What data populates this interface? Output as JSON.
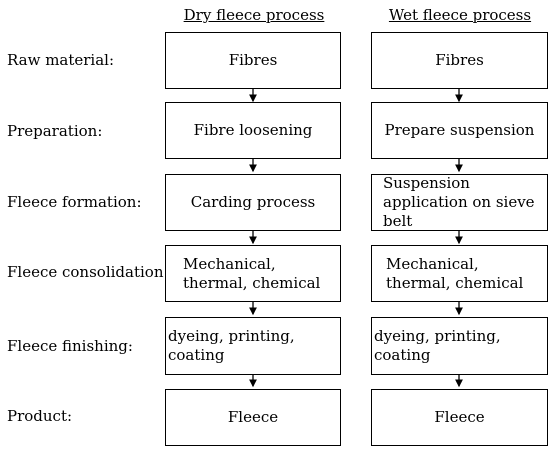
{
  "columns": {
    "dry": {
      "title": "Dry fleece process"
    },
    "wet": {
      "title": "Wet fleece process"
    }
  },
  "rows": [
    {
      "label": "Raw material:",
      "dry": "Fibres",
      "wet": "Fibres"
    },
    {
      "label": "Preparation:",
      "dry": "Fibre loosening",
      "wet": "Prepare suspension"
    },
    {
      "label": "Fleece formation:",
      "dry": "Carding process",
      "wet": "Suspension application on sieve belt"
    },
    {
      "label": "Fleece consolidation:",
      "dry": "Mechanical, thermal, chemical",
      "wet": "Mechanical, thermal, chemical"
    },
    {
      "label": "Fleece finishing:",
      "dry": "dyeing, printing, coating",
      "wet": "dyeing, printing, coating"
    },
    {
      "label": "Product:",
      "dry": "Fleece",
      "wet": "Fleece"
    }
  ]
}
